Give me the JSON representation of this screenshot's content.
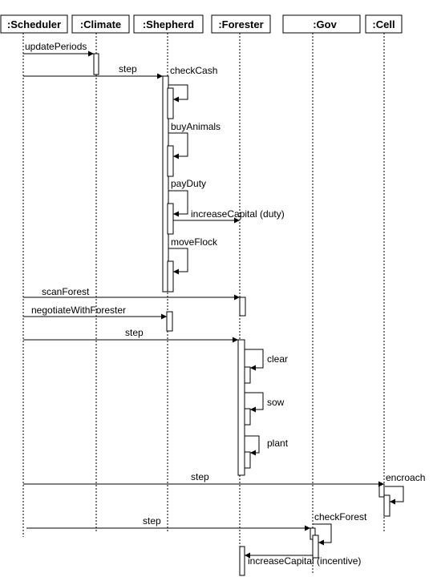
{
  "participants": [
    {
      "id": "scheduler",
      "label": ":Scheduler"
    },
    {
      "id": "climate",
      "label": ":Climate"
    },
    {
      "id": "shepherd",
      "label": ":Shepherd"
    },
    {
      "id": "forester",
      "label": ":Forester"
    },
    {
      "id": "gov",
      "label": ":Gov"
    },
    {
      "id": "cell",
      "label": ":Cell"
    }
  ],
  "messages": {
    "update_periods": "updatePeriods",
    "step_shepherd": "step",
    "check_cash": "checkCash",
    "buy_animals": "buyAnimals",
    "pay_duty": "payDuty",
    "increase_capital_duty": "increaseCapital (duty)",
    "move_flock": "moveFlock",
    "scan_forest": "scanForest",
    "negotiate_with_forester": "negotiateWithForester",
    "step_forester": "step",
    "clear": "clear",
    "sow": "sow",
    "plant": "plant",
    "step_cell": "step",
    "encroach": "encroach",
    "step_gov": "step",
    "check_forest": "checkForest",
    "increase_capital_incentive": "increaseCapital (incentive)"
  }
}
